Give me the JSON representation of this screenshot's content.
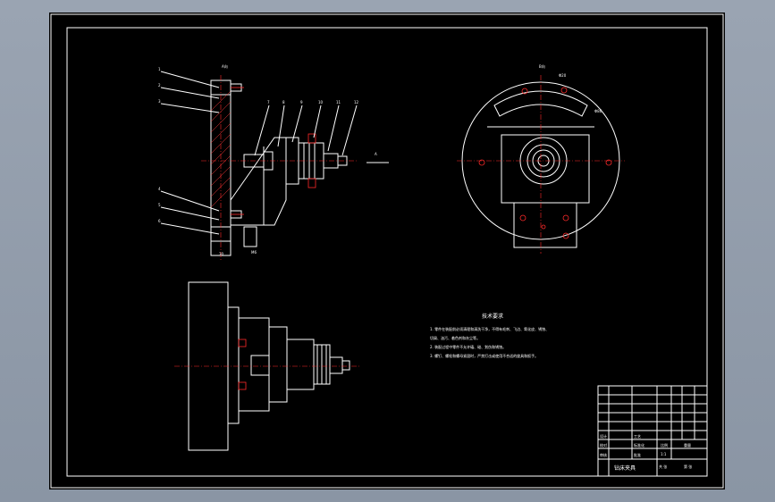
{
  "drawing": {
    "notes_title": "技术要求",
    "notes": [
      "1. 零件在装配前必须清理和清洗干净，不得有毛刺、飞边、氧化皮、锈蚀、",
      "切屑、油污、着色剂和灰尘等。",
      "2. 装配过程中零件不允许磕、碰、划伤和锈蚀。",
      "3. 螺钉、螺栓和螺母紧固时，严禁打击或使用不合适的旋具和扳手。"
    ],
    "view_label_a": "A向",
    "view_label_b": "B向",
    "section_label": "A",
    "balloons": [
      "1",
      "2",
      "3",
      "4",
      "5",
      "6",
      "7",
      "8",
      "9",
      "10",
      "11",
      "12"
    ],
    "dim_labels": [
      "Φ20",
      "30",
      "Φ86",
      "M6"
    ],
    "title_block": {
      "cells": [
        "设计",
        "校对",
        "审核",
        "工艺",
        "标准化",
        "批准",
        "比例",
        "重量",
        "共 张",
        "第 张"
      ],
      "scale": "1:1",
      "name": "钻床夹具"
    }
  },
  "colors": {
    "background": "#000000",
    "lines": "#ffffff",
    "center_lines": "#ff2a2a",
    "frame": "#8a95a4"
  }
}
